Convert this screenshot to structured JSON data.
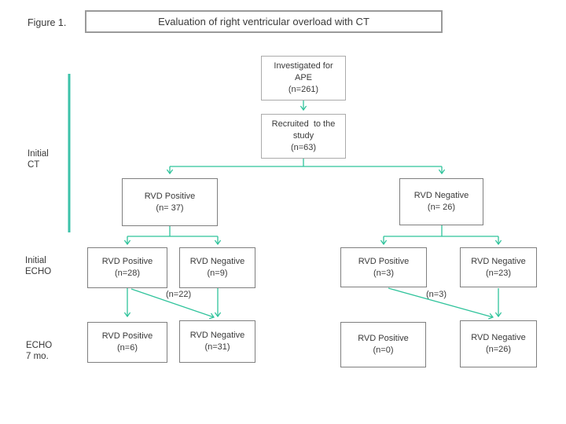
{
  "figure_label": "Figure 1.",
  "title": "Evaluation of right ventricular overload with CT",
  "stage_labels": {
    "initial_ct": {
      "line1": "Initial",
      "line2": "CT"
    },
    "initial_echo": {
      "line1": "Initial",
      "line2": "ECHO"
    },
    "echo_7mo": {
      "line1": "ECHO",
      "line2": "7 mo."
    }
  },
  "nodes": {
    "investigated": {
      "line1": "Investigated for",
      "line2": "APE",
      "line3": "(n=261)"
    },
    "recruited": {
      "line1": "Recruited  to the",
      "line2": "study",
      "line3": "(n=63)"
    },
    "ct_positive": {
      "line1": "RVD Positive",
      "line2": "(n= 37)"
    },
    "ct_negative": {
      "line1": "RVD Negative",
      "line2": "(n= 26)"
    },
    "echo1_pos_left": {
      "line1": "RVD Positive",
      "line2": "(n=28)"
    },
    "echo1_neg_left": {
      "line1": "RVD Negative",
      "line2": "(n=9)"
    },
    "echo1_pos_right": {
      "line1": "RVD Positive",
      "line2": "(n=3)"
    },
    "echo1_neg_right": {
      "line1": "RVD Negative",
      "line2": "(n=23)"
    },
    "echo7_pos_left": {
      "line1": "RVD Positive",
      "line2": "(n=6)"
    },
    "echo7_neg_left": {
      "line1": "RVD Negative",
      "line2": "(n=31)"
    },
    "echo7_pos_right": {
      "line1": "RVD Positive",
      "line2": "(n=0)"
    },
    "echo7_neg_right": {
      "line1": "RVD Negative",
      "line2": "(n=26)"
    }
  },
  "edge_labels": {
    "left_crossover": "(n=22)",
    "right_crossover": "(n=3)"
  },
  "colors": {
    "connector": "#2fc39b",
    "timeline": "#3cc2a9",
    "box_border": "#7f7f7f",
    "light_box_border": "#ababab",
    "text": "#3a3a3a"
  }
}
